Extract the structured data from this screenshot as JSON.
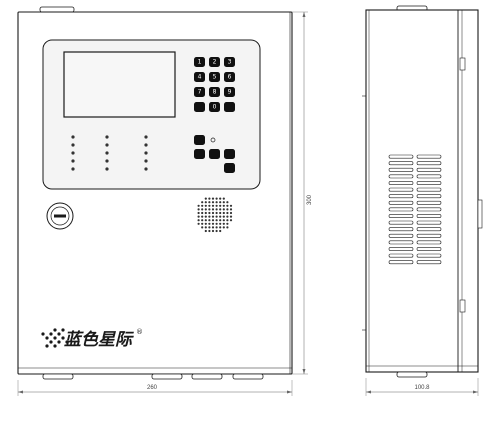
{
  "brand": {
    "name": "蓝色星际",
    "registered_mark": "®",
    "logo_icon": "dot-grid-logo-icon"
  },
  "keypad": {
    "keys": [
      "1",
      "2",
      "3",
      "4",
      "5",
      "6",
      "7",
      "8",
      "9",
      "",
      "0",
      ""
    ]
  },
  "nav_pad": {
    "keys": [
      "",
      "",
      "",
      "",
      ""
    ]
  },
  "indicator_columns": 3,
  "indicator_rows": 5,
  "dimensions": {
    "height_label": "300",
    "width_label": "260",
    "depth_label": "100.8"
  },
  "colors": {
    "line": "#1a1a1a",
    "panel_fill": "#f4f4f4",
    "screen_fill": "#f7f7f7",
    "key_fill": "#111111"
  }
}
